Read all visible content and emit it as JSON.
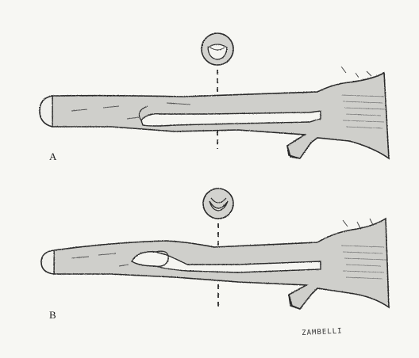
{
  "figure": {
    "panels": [
      {
        "label": "A",
        "cross_section_opening": "top"
      },
      {
        "label": "B",
        "cross_section_opening": "side"
      }
    ],
    "signature": "ZAMBELLI",
    "colors": {
      "background": "#f7f7f3",
      "tissue_fill": "#cfcfcb",
      "ink": "#2a2a2a",
      "lumen": "#f5f5f1"
    }
  }
}
